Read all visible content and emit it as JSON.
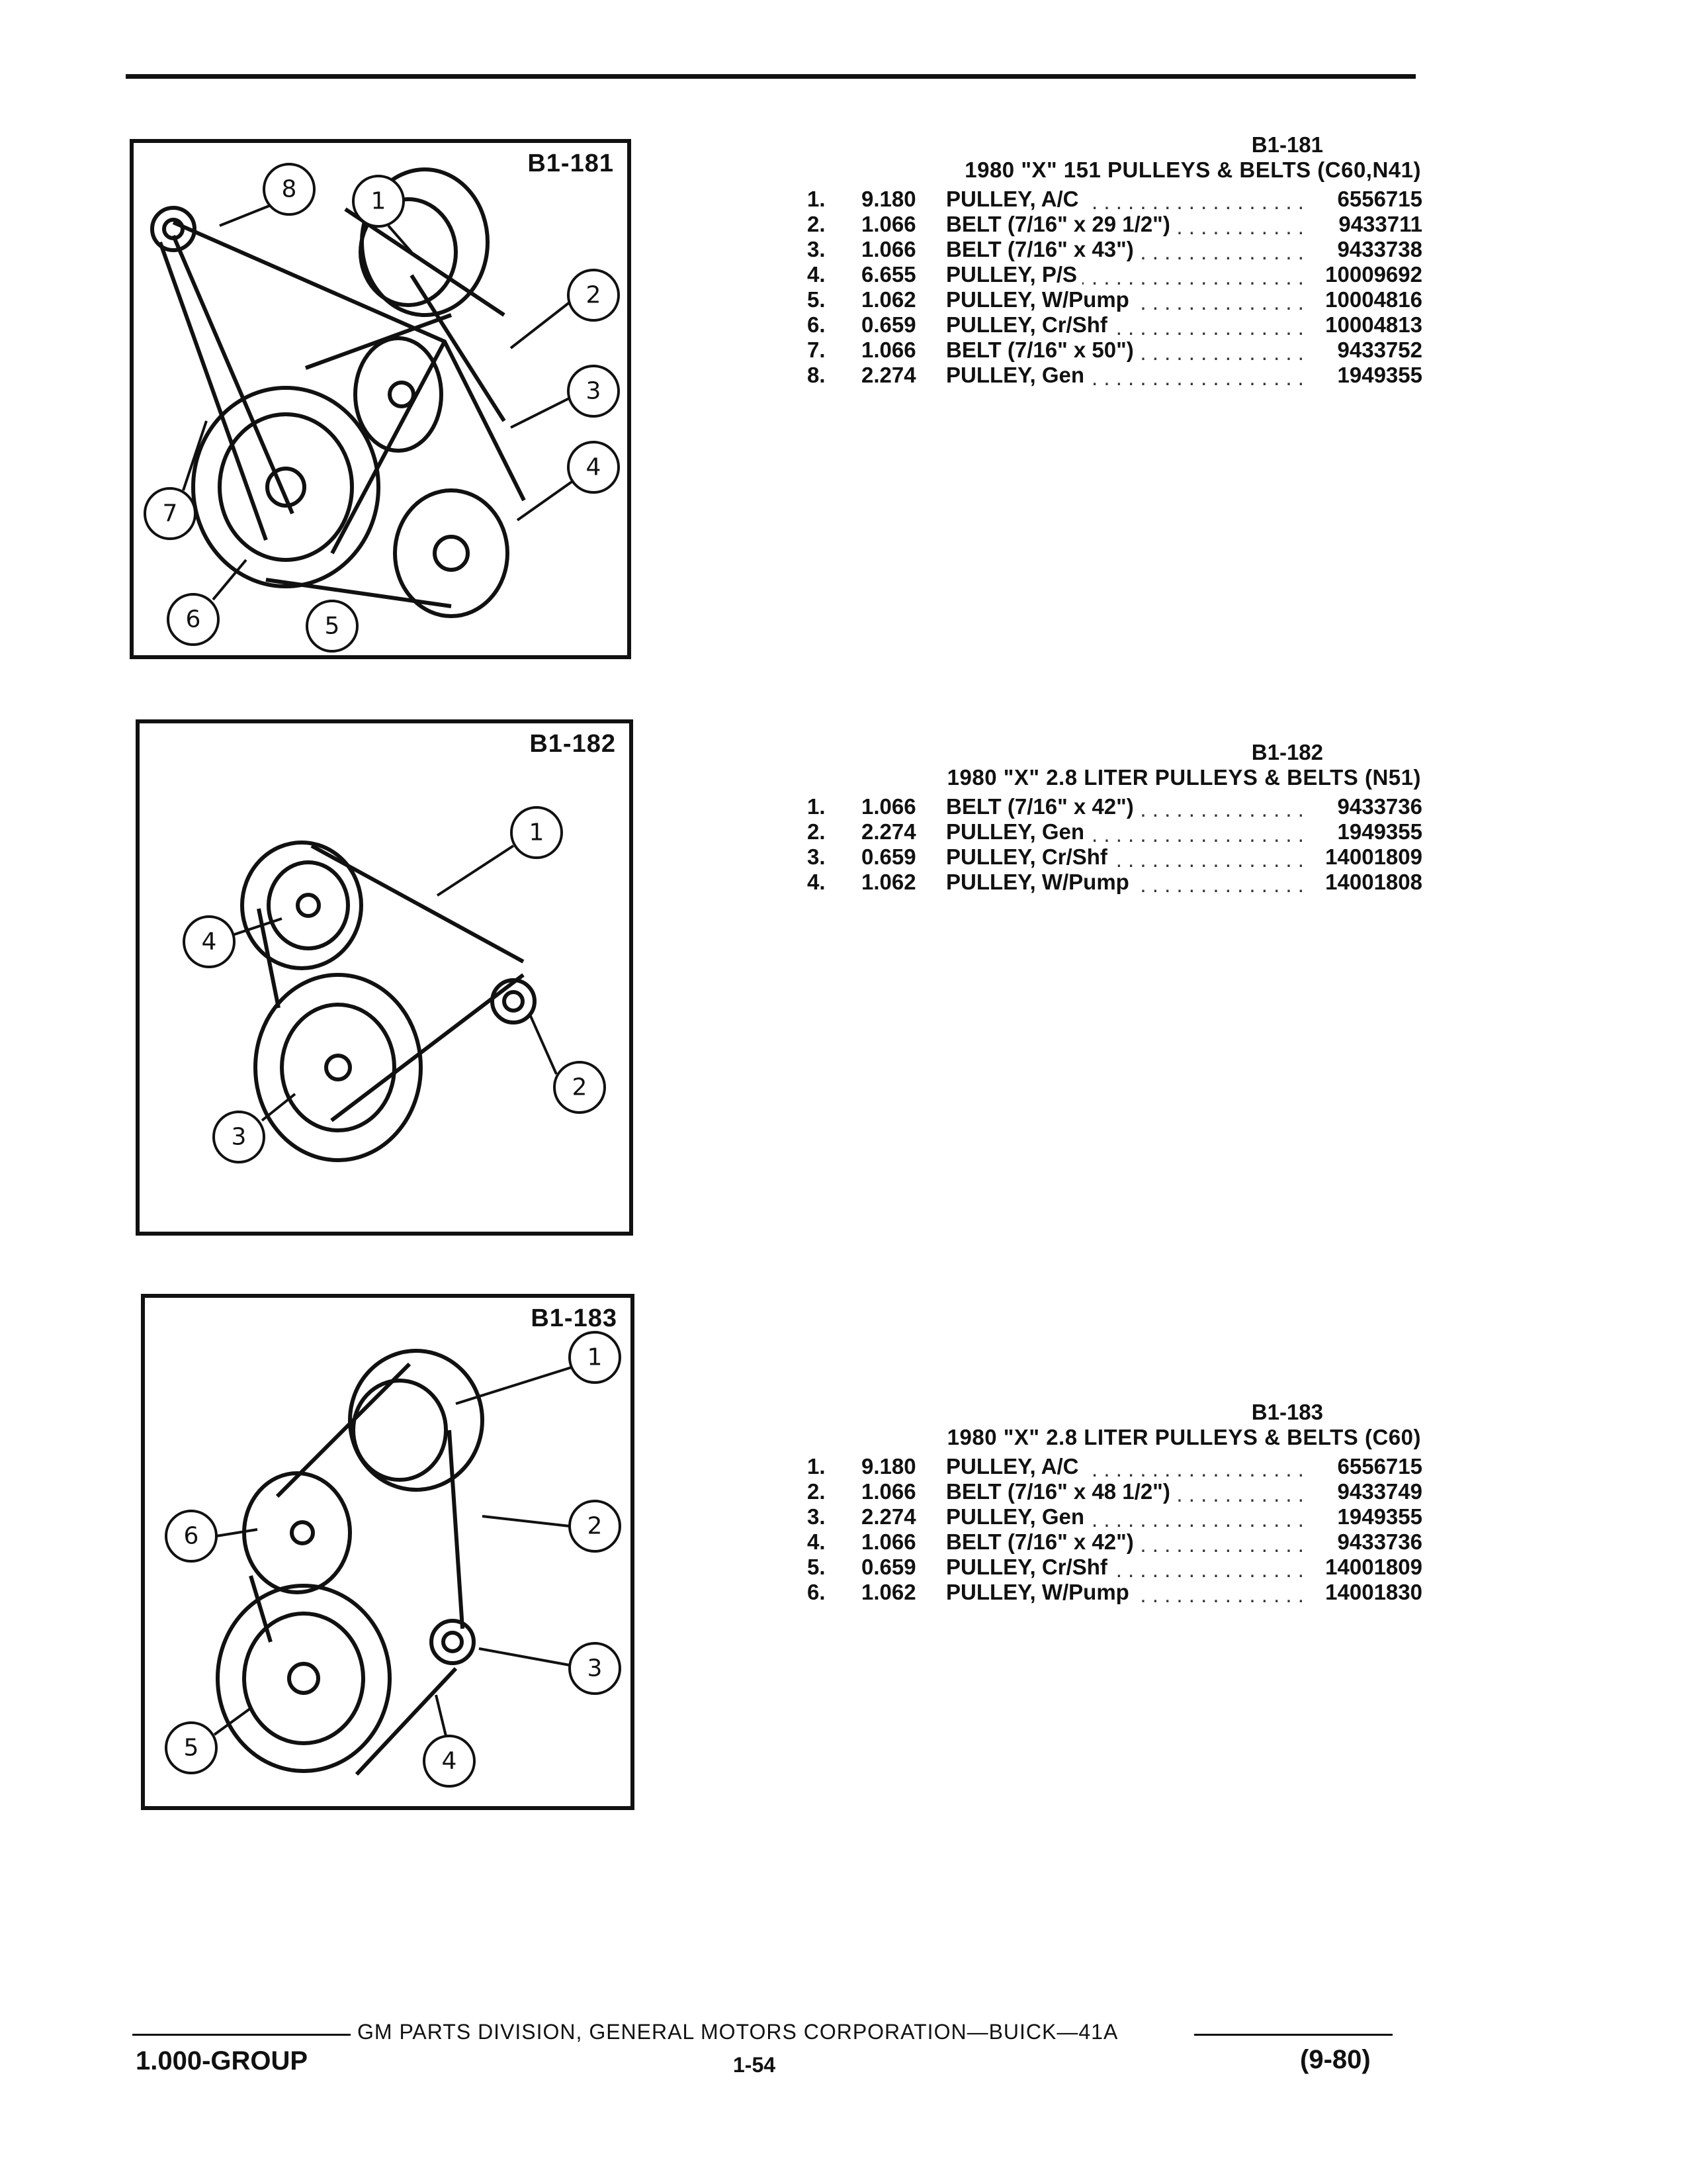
{
  "sections": [
    {
      "code": "B1-181",
      "title": "1980 \"X\" 151 PULLEYS & BELTS (C60,N41)",
      "items": [
        {
          "num": "1.",
          "group": "9.180",
          "desc": "PULLEY, A/C",
          "part": "6556715"
        },
        {
          "num": "2.",
          "group": "1.066",
          "desc": "BELT (7/16\" x 29 1/2\")",
          "part": "9433711"
        },
        {
          "num": "3.",
          "group": "1.066",
          "desc": "BELT (7/16\" x 43\")",
          "part": "9433738"
        },
        {
          "num": "4.",
          "group": "6.655",
          "desc": "PULLEY, P/S",
          "part": "10009692"
        },
        {
          "num": "5.",
          "group": "1.062",
          "desc": "PULLEY, W/Pump",
          "part": "10004816"
        },
        {
          "num": "6.",
          "group": "0.659",
          "desc": "PULLEY, Cr/Shf",
          "part": "10004813"
        },
        {
          "num": "7.",
          "group": "1.066",
          "desc": "BELT (7/16\" x 50\")",
          "part": "9433752"
        },
        {
          "num": "8.",
          "group": "2.274",
          "desc": "PULLEY, Gen",
          "part": "1949355"
        }
      ]
    },
    {
      "code": "B1-182",
      "title": "1980 \"X\" 2.8 LITER PULLEYS & BELTS (N51)",
      "items": [
        {
          "num": "1.",
          "group": "1.066",
          "desc": "BELT (7/16\" x 42\")",
          "part": "9433736"
        },
        {
          "num": "2.",
          "group": "2.274",
          "desc": "PULLEY, Gen",
          "part": "1949355"
        },
        {
          "num": "3.",
          "group": "0.659",
          "desc": "PULLEY, Cr/Shf",
          "part": "14001809"
        },
        {
          "num": "4.",
          "group": "1.062",
          "desc": "PULLEY, W/Pump",
          "part": "14001808"
        }
      ]
    },
    {
      "code": "B1-183",
      "title": "1980 \"X\" 2.8 LITER PULLEYS & BELTS (C60)",
      "items": [
        {
          "num": "1.",
          "group": "9.180",
          "desc": "PULLEY, A/C",
          "part": "6556715"
        },
        {
          "num": "2.",
          "group": "1.066",
          "desc": "BELT (7/16\" x 48 1/2\")",
          "part": "9433749"
        },
        {
          "num": "3.",
          "group": "2.274",
          "desc": "PULLEY, Gen",
          "part": "1949355"
        },
        {
          "num": "4.",
          "group": "1.066",
          "desc": "BELT (7/16\" x 42\")",
          "part": "9433736"
        },
        {
          "num": "5.",
          "group": "0.659",
          "desc": "PULLEY, Cr/Shf",
          "part": "14001809"
        },
        {
          "num": "6.",
          "group": "1.062",
          "desc": "PULLEY, W/Pump",
          "part": "14001830"
        }
      ]
    }
  ],
  "figures": [
    {
      "label": "B1-181",
      "callouts": [
        "8",
        "1",
        "2",
        "3",
        "4",
        "7",
        "6",
        "5"
      ]
    },
    {
      "label": "B1-182",
      "callouts": [
        "1",
        "4",
        "2",
        "3"
      ]
    },
    {
      "label": "B1-183",
      "callouts": [
        "1",
        "6",
        "2",
        "3",
        "5",
        "4"
      ]
    }
  ],
  "footer": {
    "publisher": "GM PARTS DIVISION, GENERAL MOTORS CORPORATION—BUICK—41A",
    "group": "1.000-GROUP",
    "page": "1-54",
    "date": "(9-80)"
  }
}
